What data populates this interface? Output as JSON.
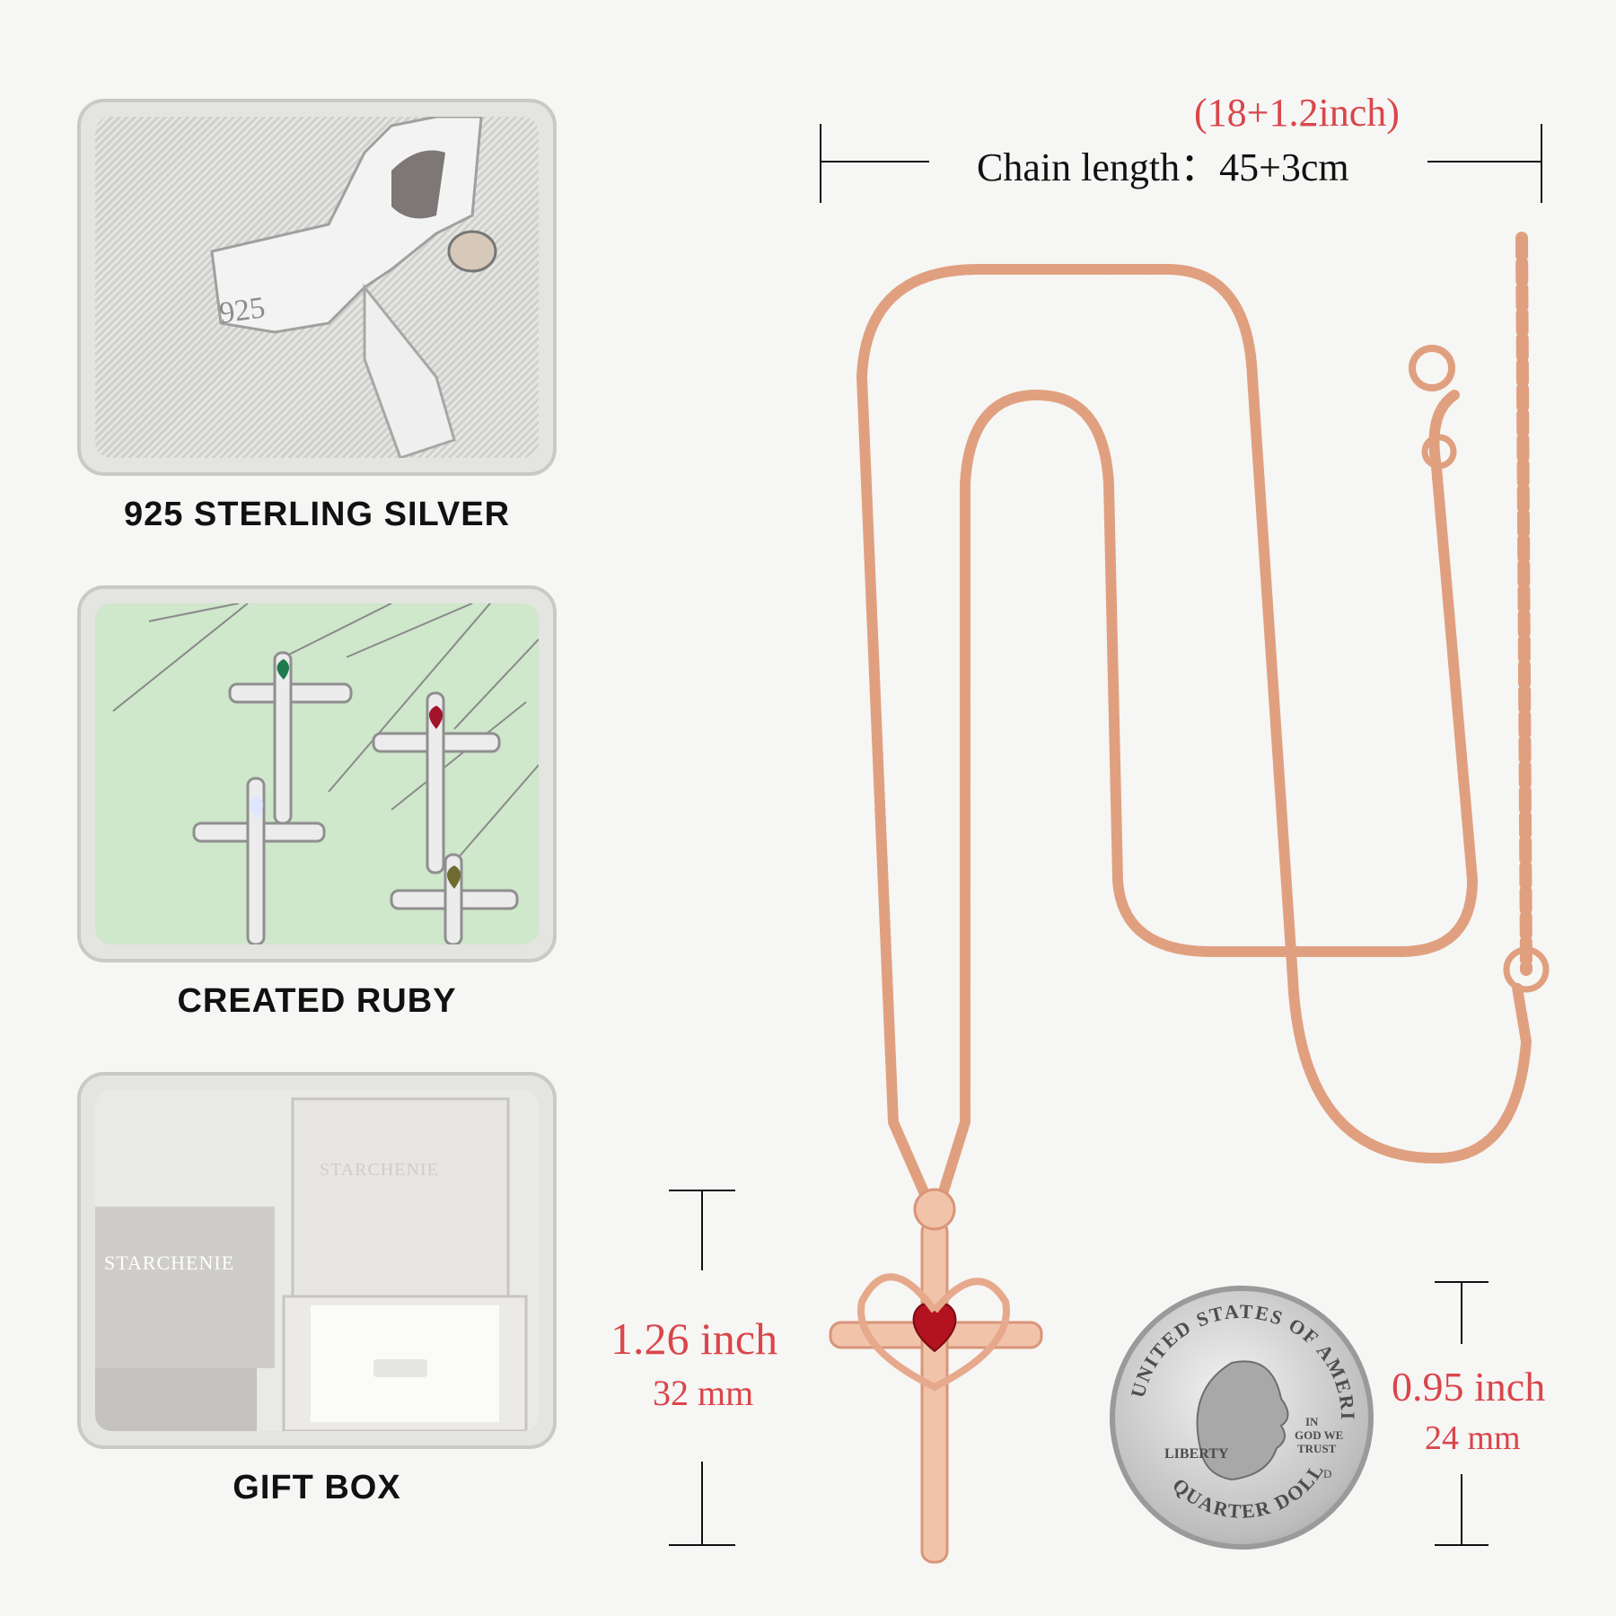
{
  "features": [
    {
      "label": "925 STERLING SILVER",
      "stamp": "925"
    },
    {
      "label": "CREATED RUBY"
    },
    {
      "label": "GIFT BOX",
      "brand": "STARCHENIE"
    }
  ],
  "chain": {
    "inch": "(18+1.2inch)",
    "label": "Chain length：45+3cm"
  },
  "pendant": {
    "inch": "1.26 inch",
    "mm": "32 mm"
  },
  "coin": {
    "inch": "0.95 inch",
    "mm": "24 mm",
    "top_text": "UNITED STATES OF AMERICA",
    "bottom_text": "QUARTER DOLLAR",
    "liberty": "LIBERTY",
    "motto": [
      "IN",
      "GOD WE",
      "TRUST"
    ],
    "mint": "D"
  },
  "colors": {
    "accent_red": "#d9464b",
    "rose_gold": "#e0a07f",
    "ruby": "#b3121f"
  }
}
